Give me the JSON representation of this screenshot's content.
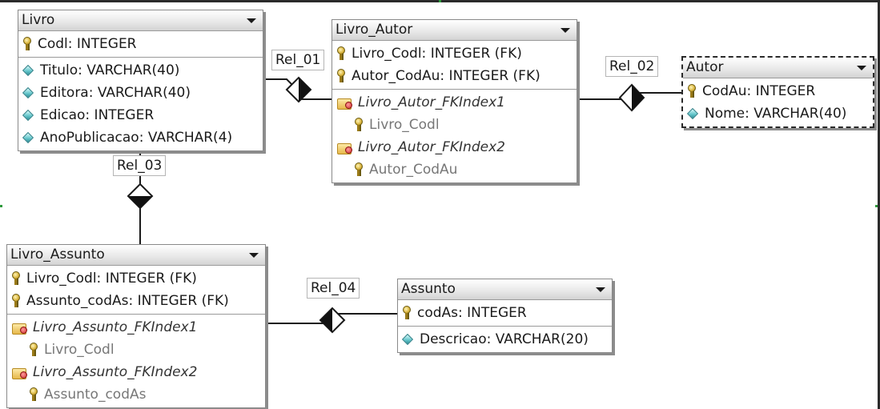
{
  "diagram": {
    "entities": [
      {
        "id": "livro",
        "title": "Livro",
        "sections": [
          [
            {
              "icon": "key-icon",
              "text": "Codl: INTEGER"
            }
          ],
          [
            {
              "icon": "attribute-icon",
              "text": "Titulo: VARCHAR(40)"
            },
            {
              "icon": "attribute-icon",
              "text": "Editora: VARCHAR(40)"
            },
            {
              "icon": "attribute-icon",
              "text": "Edicao: INTEGER"
            },
            {
              "icon": "attribute-icon",
              "text": "AnoPublicacao: VARCHAR(4)"
            }
          ]
        ]
      },
      {
        "id": "livro-autor",
        "title": "Livro_Autor",
        "sections": [
          [
            {
              "icon": "key-icon",
              "text": "Livro_Codl: INTEGER (FK)"
            },
            {
              "icon": "key-icon",
              "text": "Autor_CodAu: INTEGER (FK)"
            }
          ],
          [
            {
              "icon": "index-icon",
              "text": "Livro_Autor_FKIndex1"
            },
            {
              "icon": "key-icon",
              "text": "Livro_Codl",
              "sub": true
            },
            {
              "icon": "index-icon",
              "text": "Livro_Autor_FKIndex2"
            },
            {
              "icon": "key-icon",
              "text": "Autor_CodAu",
              "sub": true
            }
          ]
        ]
      },
      {
        "id": "autor",
        "title": "Autor",
        "selected": true,
        "sections": [
          [
            {
              "icon": "key-icon",
              "text": "CodAu: INTEGER"
            },
            {
              "icon": "attribute-icon",
              "text": "Nome: VARCHAR(40)"
            }
          ]
        ]
      },
      {
        "id": "livro-assunto",
        "title": "Livro_Assunto",
        "sections": [
          [
            {
              "icon": "key-icon",
              "text": "Livro_Codl: INTEGER (FK)"
            },
            {
              "icon": "key-icon",
              "text": "Assunto_codAs: INTEGER (FK)"
            }
          ],
          [
            {
              "icon": "index-icon",
              "text": "Livro_Assunto_FKIndex1"
            },
            {
              "icon": "key-icon",
              "text": "Livro_Codl",
              "sub": true
            },
            {
              "icon": "index-icon",
              "text": "Livro_Assunto_FKIndex2"
            },
            {
              "icon": "key-icon",
              "text": "Assunto_codAs",
              "sub": true
            }
          ]
        ]
      },
      {
        "id": "assunto",
        "title": "Assunto",
        "sections": [
          [
            {
              "icon": "key-icon",
              "text": "codAs: INTEGER"
            }
          ],
          [
            {
              "icon": "attribute-icon",
              "text": "Descricao: VARCHAR(20)"
            }
          ]
        ]
      }
    ],
    "relationships": [
      {
        "id": "rel-01",
        "label": "Rel_01",
        "from": "livro",
        "to": "livro-autor"
      },
      {
        "id": "rel-02",
        "label": "Rel_02",
        "from": "autor",
        "to": "livro-autor"
      },
      {
        "id": "rel-03",
        "label": "Rel_03",
        "from": "livro",
        "to": "livro-assunto"
      },
      {
        "id": "rel-04",
        "label": "Rel_04",
        "from": "assunto",
        "to": "livro-assunto"
      }
    ],
    "colors": {
      "line": "#1a1a1a",
      "diamond_fill": "#111111",
      "entity_shadow": "#8c8c8c",
      "frame": "#2b2b2b"
    }
  }
}
